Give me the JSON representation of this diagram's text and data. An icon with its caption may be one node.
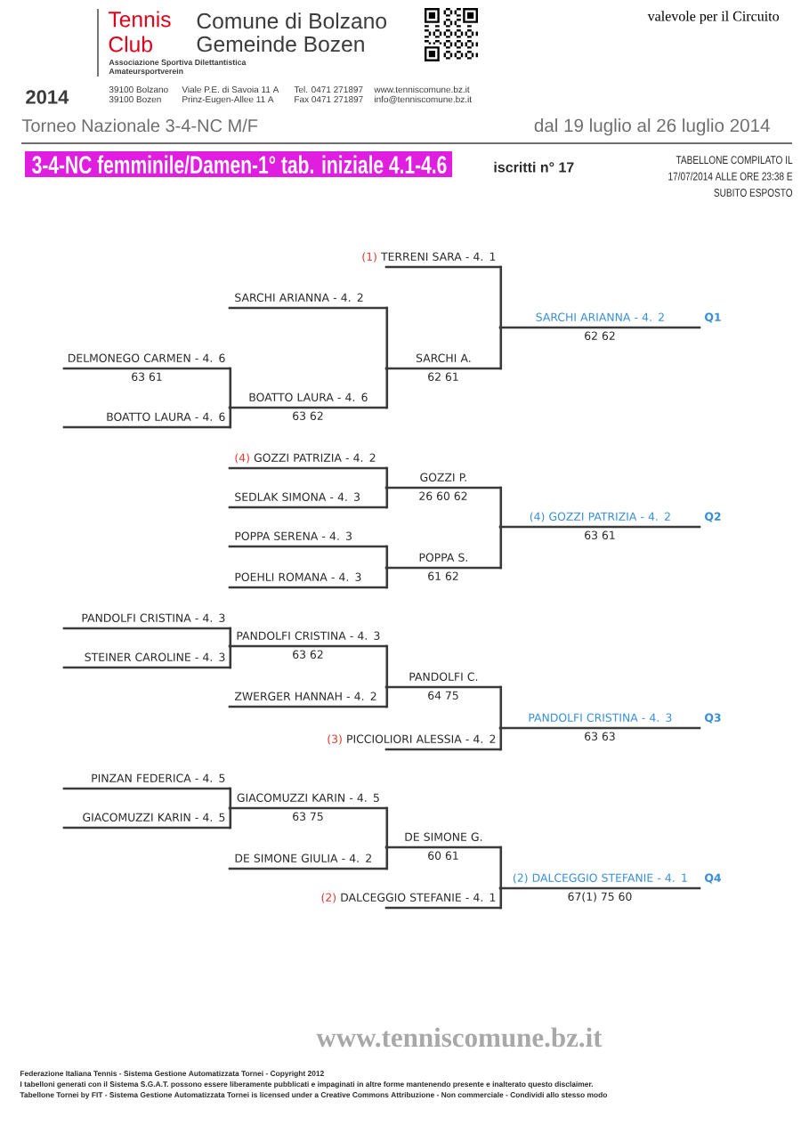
{
  "diagram": {
    "title": "3-4-NC femminile/Damen-1° tab. iniziale 4.1-4.6",
    "nodes": [
      {
        "text": [
          "(1)",
          "TERRENI SARA - 4. 1"
        ]
      },
      {
        "text": [
          "SARCHI ARIANNA - 4. 2"
        ]
      },
      {
        "text": [
          "SARCHI ARIANNA - 4. 2"
        ],
        "beside": [
          "Q1",
          "62 62"
        ]
      },
      {
        "text": [
          "DELMONEGO CARMEN - 4. 6"
        ],
        "beside": [
          "63 61"
        ]
      },
      {
        "text": [
          "SARCHI A."
        ],
        "beside": [
          "62 61"
        ]
      },
      {
        "text": [
          "BOATTO LAURA - 4. 6"
        ],
        "beside": [
          "63 62"
        ]
      },
      {
        "text": [
          "BOATTO LAURA - 4. 6"
        ]
      },
      {
        "text": [
          "(4)",
          "GOZZI PATRIZIA - 4. 2"
        ]
      },
      {
        "text": [
          "GOZZI P."
        ],
        "beside": [
          "26 60 62"
        ]
      },
      {
        "text": [
          "SEDLAK SIMONA - 4. 3"
        ]
      },
      {
        "text": [
          "(4)",
          "GOZZI PATRIZIA - 4. 2"
        ],
        "beside": [
          "Q2",
          "63 61"
        ]
      },
      {
        "text": [
          "POPPA SERENA - 4. 3"
        ]
      },
      {
        "text": [
          "POPPA S."
        ],
        "beside": [
          "61 62"
        ]
      },
      {
        "text": [
          "POEHLI ROMANA - 4. 3"
        ]
      },
      {
        "text": [
          "PANDOLFI CRISTINA - 4. 3"
        ]
      },
      {
        "text": [
          "PANDOLFI CRISTINA - 4. 3"
        ],
        "beside": [
          "63 62"
        ]
      },
      {
        "text": [
          "STEINER CAROLINE - 4. 3"
        ]
      },
      {
        "text": [
          "PANDOLFI C."
        ],
        "beside": [
          "64 75"
        ]
      },
      {
        "text": [
          "ZWERGER HANNAH - 4. 2"
        ]
      },
      {
        "text": [
          "PANDOLFI CRISTINA - 4. 3"
        ],
        "beside": [
          "Q3",
          "63 63"
        ]
      },
      {
        "text": [
          "(3)",
          "PICCIOLIORI ALESSIA - 4. 2"
        ]
      },
      {
        "text": [
          "PINZAN FEDERICA - 4. 5"
        ]
      },
      {
        "text": [
          "GIACOMUZZI KARIN - 4. 5"
        ],
        "beside": [
          "63 75"
        ]
      },
      {
        "text": [
          "GIACOMUZZI KARIN - 4. 5"
        ]
      },
      {
        "text": [
          "DE SIMONE G."
        ],
        "beside": [
          "60 61"
        ]
      },
      {
        "text": [
          "DE SIMONE GIULIA - 4. 2"
        ]
      },
      {
        "text": [
          "(2)",
          "DALCEGGIO STEFANIE - 4. 1"
        ],
        "beside": [
          "Q4",
          "67(1) 75 60"
        ]
      },
      {
        "text": [
          "(2)",
          "DALCEGGIO STEFANIE - 4. 1"
        ]
      }
    ],
    "edges": [
      {
        "from": 3,
        "to": 5,
        "arrow": "none"
      },
      {
        "from": 6,
        "to": 5,
        "arrow": "none"
      },
      {
        "from": 1,
        "to": 4,
        "arrow": "none"
      },
      {
        "from": 5,
        "to": 4,
        "arrow": "none"
      },
      {
        "from": 0,
        "to": 2,
        "arrow": "none"
      },
      {
        "from": 4,
        "to": 2,
        "arrow": "none"
      },
      {
        "from": 7,
        "to": 8,
        "arrow": "none"
      },
      {
        "from": 9,
        "to": 8,
        "arrow": "none"
      },
      {
        "from": 11,
        "to": 12,
        "arrow": "none"
      },
      {
        "from": 13,
        "to": 12,
        "arrow": "none"
      },
      {
        "from": 8,
        "to": 10,
        "arrow": "none"
      },
      {
        "from": 12,
        "to": 10,
        "arrow": "none"
      },
      {
        "from": 14,
        "to": 15,
        "arrow": "none"
      },
      {
        "from": 16,
        "to": 15,
        "arrow": "none"
      },
      {
        "from": 15,
        "to": 17,
        "arrow": "none"
      },
      {
        "from": 18,
        "to": 17,
        "arrow": "none"
      },
      {
        "from": 17,
        "to": 19,
        "arrow": "none"
      },
      {
        "from": 20,
        "to": 19,
        "arrow": "none"
      },
      {
        "from": 21,
        "to": 22,
        "arrow": "none"
      },
      {
        "from": 23,
        "to": 22,
        "arrow": "none"
      },
      {
        "from": 22,
        "to": 24,
        "arrow": "none"
      },
      {
        "from": 25,
        "to": 24,
        "arrow": "none"
      },
      {
        "from": 24,
        "to": 26,
        "arrow": "none"
      },
      {
        "from": 27,
        "to": 26,
        "arrow": "none"
      }
    ],
    "labels": [
      "Tennis Club",
      "Comune di Bolzano",
      "Gemeinde Bozen",
      "valevole per il Circuito",
      "Associazione Sportiva Dilettantistica",
      "Amateursportverein",
      "2014",
      "39100 Bolzano",
      "Viale P.E. di Savoia 11 A",
      "Tel. 0471 271897",
      "www.tenniscomune.bz.it",
      "39100 Bozen",
      "Prinz-Eugen-Allee 11 A",
      "Fax 0471 271897",
      "info@tenniscomune.bz.it",
      "Torneo Nazionale 3-4-NC M/F",
      "dal 19 luglio al 26 luglio 2014",
      "iscritti n° 17",
      "TABELLONE COMPILATO IL 17/07/2014 ALLE ORE 23:38 E SUBITO ESPOSTO",
      "www.tenniscomune.bz.it",
      "Federazione Italiana Tennis - Sistema Gestione Automatizzata Tornei - Copyright 2012",
      "I tabelloni generati con il Sistema S.G.A.T. possono essere liberamente pubblicati e impaginati in altre forme mantenendo presente e inalterato questo disclaimer.",
      "Tabellone Tornei by FIT - Sistema Gestione Automatizzata Tornei is licensed under a Creative Commons Attribuzione - Non commerciale - Condividi allo stesso modo"
    ]
  }
}
